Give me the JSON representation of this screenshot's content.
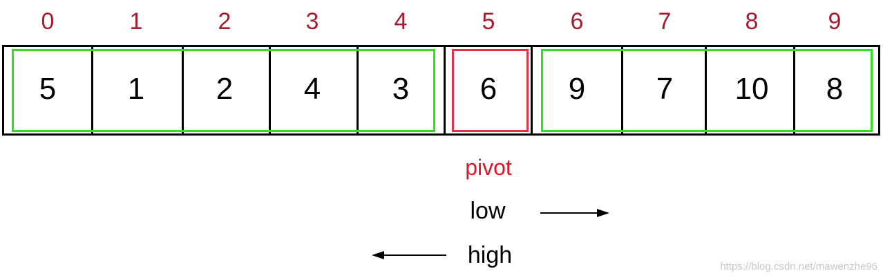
{
  "diagram": {
    "indices": [
      "0",
      "1",
      "2",
      "3",
      "4",
      "5",
      "6",
      "7",
      "8",
      "9"
    ],
    "values": [
      "5",
      "1",
      "2",
      "4",
      "3",
      "6",
      "9",
      "7",
      "10",
      "8"
    ],
    "pivot_index": 5,
    "partitions": [
      {
        "from_index": 0,
        "to_index": 4,
        "color": "#33dd22"
      },
      {
        "from_index": 6,
        "to_index": 9,
        "color": "#33dd22"
      }
    ],
    "pivot_box_color": "#dd3344",
    "index_color": "#a51c30",
    "labels": {
      "pivot": "pivot",
      "low": "low",
      "high": "high"
    },
    "arrows": {
      "low_direction": "right",
      "high_direction": "left"
    },
    "watermark": "https://blog.csdn.net/mawenzhe96"
  }
}
